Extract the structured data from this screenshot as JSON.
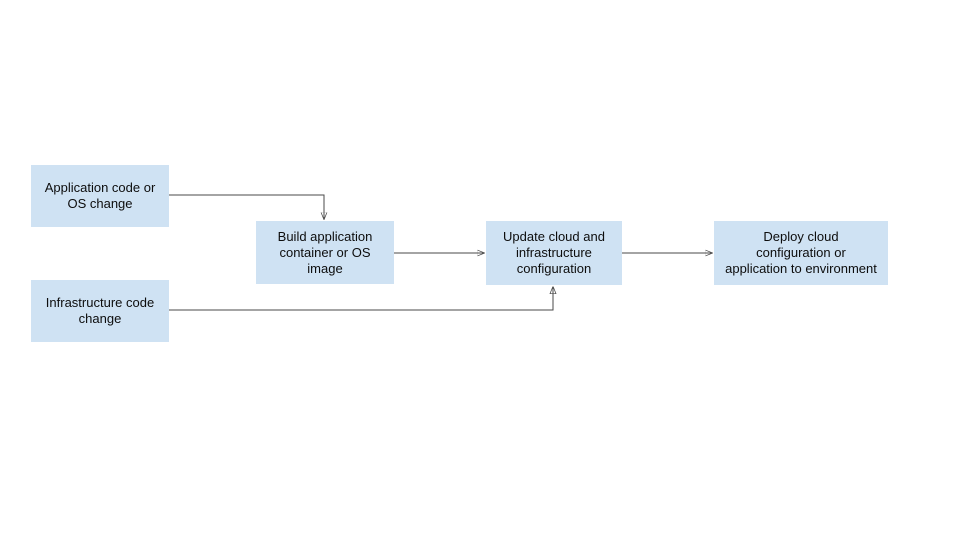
{
  "canvas": {
    "background_color": "#ffffff"
  },
  "diagram": {
    "type": "flowchart",
    "node_fill_color": "#cfe2f3",
    "edge_color": "#4a4a4a",
    "text_color": "#0d0d0d",
    "nodes": [
      {
        "id": "app-change",
        "label": "Application code or\nOS change"
      },
      {
        "id": "infra-change",
        "label": "Infrastructure code\nchange"
      },
      {
        "id": "build-image",
        "label": "Build application\ncontainer or OS\nimage"
      },
      {
        "id": "update-config",
        "label": "Update cloud and\ninfrastructure\nconfiguration"
      },
      {
        "id": "deploy",
        "label": "Deploy cloud\nconfiguration or\napplication to environment"
      }
    ],
    "edges": [
      {
        "from": "app-change",
        "to": "build-image",
        "route": "right-then-down-into-top"
      },
      {
        "from": "build-image",
        "to": "update-config",
        "route": "straight-right"
      },
      {
        "from": "infra-change",
        "to": "update-config",
        "route": "right-then-up-into-bottom"
      },
      {
        "from": "update-config",
        "to": "deploy",
        "route": "straight-right"
      }
    ]
  }
}
